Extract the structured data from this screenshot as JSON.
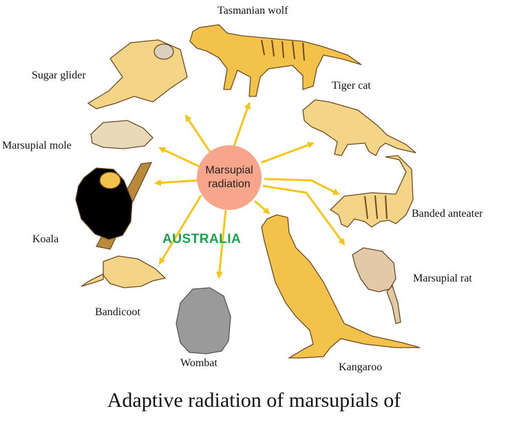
{
  "diagram": {
    "center": {
      "line1": "Marsupial",
      "line2": "radiation"
    },
    "region": "AUSTRALIA",
    "caption": "Adaptive radiation of marsupials of",
    "animals": [
      "Tasmanian wolf",
      "Sugar glider",
      "Tiger cat",
      "Marsupial mole",
      "Banded anteater",
      "Koala",
      "Marsupial rat",
      "Bandicoot",
      "Wombat",
      "Kangaroo"
    ],
    "colors": {
      "center_fill": "#f7a58b",
      "arrow": "#f5c518",
      "region_text": "#16a34a",
      "animal_fill": "#f2c24a",
      "animal_light": "#f4d487",
      "animal_stroke": "#6b4a1e",
      "wombat_fill": "#9a9a9a",
      "mole_fill": "#e8d9b8"
    }
  }
}
